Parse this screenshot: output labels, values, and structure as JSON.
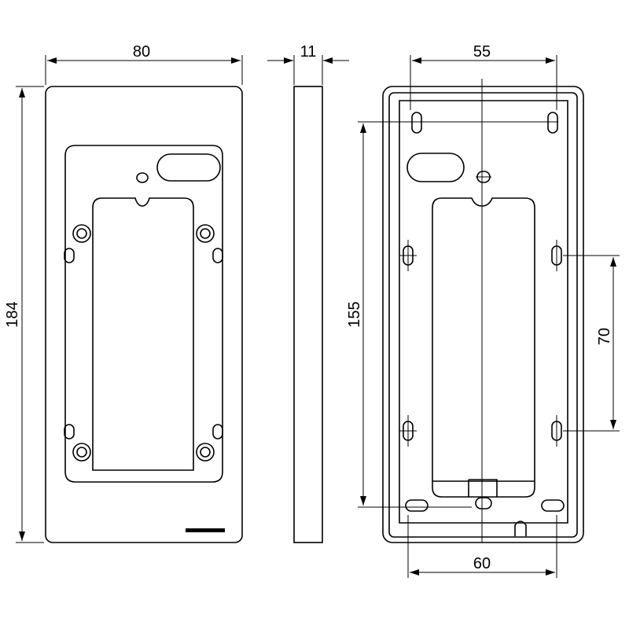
{
  "title": "Mounting frame technical drawing",
  "dimensions": {
    "front_width": "80",
    "side_depth": "11",
    "back_top_hole_spacing": "55",
    "front_height": "184",
    "back_vertical_hole_spacing": "155",
    "back_side_hole_spacing": "70",
    "back_bottom_hole_spacing": "60"
  },
  "views": [
    "front",
    "side",
    "back"
  ]
}
